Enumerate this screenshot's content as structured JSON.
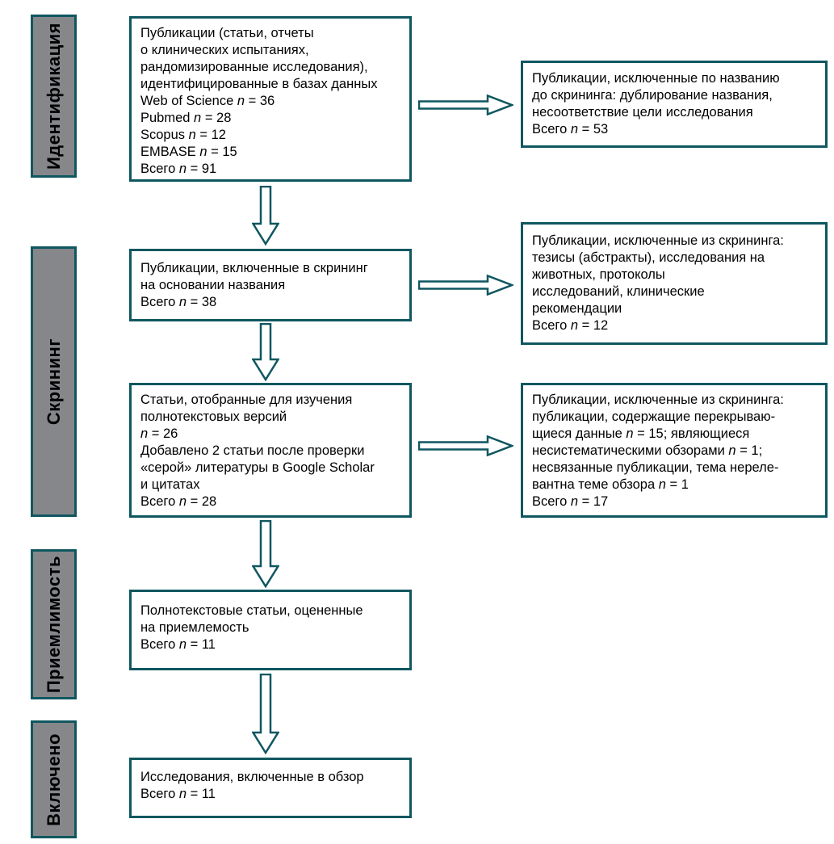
{
  "palette": {
    "accent_teal": "#0f5760",
    "stage_fill": "#85878a",
    "text": "#000000",
    "box_fill": "#ffffff"
  },
  "icons": {
    "down_arrow": "hollow-block-arrow-down",
    "right_arrow": "hollow-block-arrow-right"
  },
  "stages": [
    {
      "label": "Идентификация"
    },
    {
      "label": "Скрининг"
    },
    {
      "label": "Приемлимость"
    },
    {
      "label": "Включено"
    }
  ],
  "main_boxes": [
    {
      "lines": [
        "Публикации (статьи, отчеты",
        "о клинических испытаниях,",
        "рандомизированные исследования),",
        "идентифицированные в базах данных",
        "Web of Science n = 36",
        "Pubmed n = 28",
        "Scopus n = 12",
        "EMBASE n = 15",
        "Всего n = 91"
      ]
    },
    {
      "lines": [
        "Публикации, включенные в скрининг",
        "на основании названия",
        "Всего n = 38"
      ]
    },
    {
      "lines": [
        "Статьи, отобранные для изучения",
        "полнотекстовых версий",
        "n = 26",
        "Добавлено 2 статьи после проверки",
        "«серой» литературы в Google Scholar",
        "и цитатах",
        "Всего n = 28"
      ]
    },
    {
      "lines": [
        "Полнотекстовые статьи, оцененные",
        "на приемлемость",
        "Всего n = 11"
      ]
    },
    {
      "lines": [
        "Исследования, включенные в обзор",
        "Всего n = 11"
      ]
    }
  ],
  "side_boxes": [
    {
      "lines": [
        "Публикации, исключенные по названию",
        "до скрининга: дублирование названия,",
        "несоответствие цели исследования",
        "Всего n = 53"
      ]
    },
    {
      "lines": [
        "Публикации, исключенные из скрининга:",
        "тезисы (абстракты), исследования на",
        "животных, протоколы",
        "исследований, клинические",
        "рекомендации",
        "Всего n = 12"
      ]
    },
    {
      "lines": [
        "Публикации, исключенные из скрининга:",
        "публикации, содержащие перекрываю-",
        "щиеся данные n = 15; являющиеся",
        "несистематическими обзорами n = 1;",
        "несвязанные публикации, тема нереле-",
        "вантна теме обзора n = 1",
        "Всего n = 17"
      ]
    }
  ]
}
